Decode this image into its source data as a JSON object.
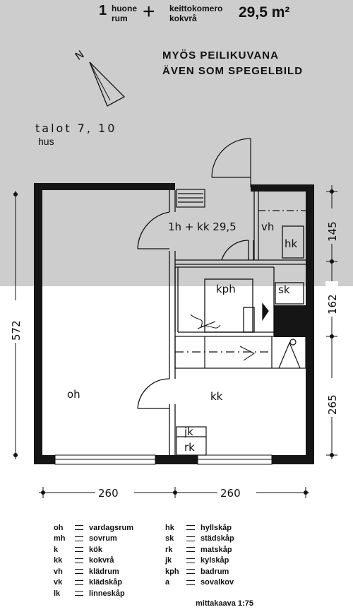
{
  "header": {
    "count_1": "1",
    "word_1a": "huone",
    "word_1b": "rum",
    "plus": "+",
    "word_2a": "keittokomero",
    "word_2b": "kokvrå",
    "area": "29,5 m²"
  },
  "notice": {
    "line_1": "MYÖS PEILIKUVANA",
    "line_2": "ÄVEN SOM SPEGELBILD"
  },
  "building": {
    "line_1": "talot   7, 10",
    "line_2": "hus"
  },
  "compass": {
    "label": "N"
  },
  "rooms": {
    "unit": "1h + kk 29,5",
    "vh": "vh",
    "hk": "hk",
    "kph": "kph",
    "sk": "sk",
    "oh": "oh",
    "kk": "kk",
    "jk": "jk",
    "rk": "rk"
  },
  "dimensions": {
    "bottom_left": "260",
    "bottom_right": "260",
    "left_total": "572",
    "right_top": "145",
    "right_mid": "162",
    "right_bottom": "265"
  },
  "legend": {
    "left": [
      {
        "abbr": "oh",
        "text": "vardagsrum"
      },
      {
        "abbr": "mh",
        "text": "sovrum"
      },
      {
        "abbr": "k",
        "text": "kök"
      },
      {
        "abbr": "kk",
        "text": "kokvrå"
      },
      {
        "abbr": "vh",
        "text": "klädrum"
      },
      {
        "abbr": "vk",
        "text": "klädskåp"
      },
      {
        "abbr": "lk",
        "text": "linneskåp"
      }
    ],
    "right": [
      {
        "abbr": "hk",
        "text": "hyllskåp"
      },
      {
        "abbr": "sk",
        "text": "städskåp"
      },
      {
        "abbr": "rk",
        "text": "matskåp"
      },
      {
        "abbr": "jk",
        "text": "kylskåp"
      },
      {
        "abbr": "kph",
        "text": "badrum"
      },
      {
        "abbr": "a",
        "text": "sovalkov"
      }
    ]
  },
  "scale": "mittakaava  1:75"
}
